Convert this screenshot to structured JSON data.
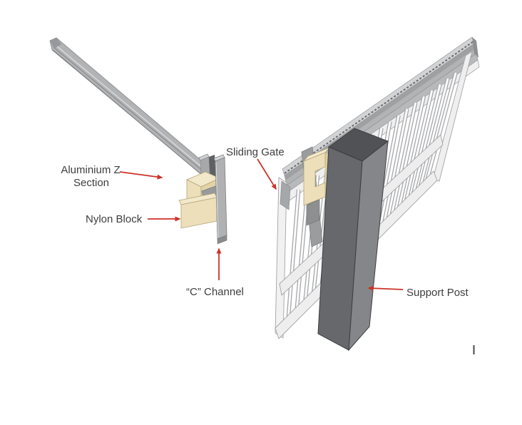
{
  "diagram": {
    "labels": {
      "aluminium_z_section_line1": "Aluminium Z",
      "aluminium_z_section_line2": "Section",
      "nylon_block": "Nylon Block",
      "sliding_gate": "Sliding Gate",
      "c_channel": "“C” Channel",
      "support_post": "Support Post"
    },
    "colors": {
      "arrow_red": "#cc3328",
      "label_text": "#3e3e40",
      "nylon_tan": "#ecdfba",
      "aluminium_grey": "#b2b3b5",
      "post_grey": "#85868a",
      "background": "#ffffff"
    },
    "gate": {
      "bar_count": 19
    }
  }
}
